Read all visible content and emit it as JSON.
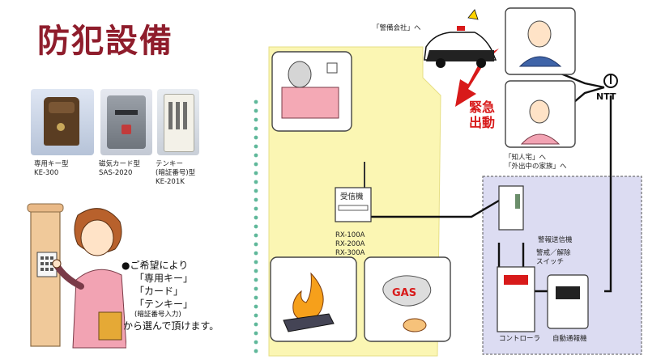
{
  "title": "防犯設備",
  "devices": [
    {
      "label": "専用キー型\nKE-300"
    },
    {
      "label": "磁気カード型\nSAS-2020"
    },
    {
      "label": "テンキー\n(暗証番号)型\nKE-201K"
    }
  ],
  "choose": {
    "intro": "●ご希望により",
    "options": [
      "「専用キー」",
      "「カード」",
      "「テンキー」"
    ],
    "note": "(暗証番号入力)",
    "outro": "から選んで頂けます。"
  },
  "receiver": {
    "title": "受信機",
    "models": [
      "RX-100A",
      "RX-200A",
      "RX-300A"
    ]
  },
  "labels": {
    "security_company": "「警備会社」へ",
    "emergency": "緊急\n出動",
    "acquaintance": "「知人宅」へ\n「外出中の家族」へ",
    "ntt": "NTT",
    "transmitter": "警報送信機",
    "switch": "警戒／解除\nスイッチ",
    "controller": "コントローラ",
    "auto_dialer": "自動通報機",
    "gas": "GAS"
  },
  "colors": {
    "title": "#8f1d2c",
    "house_yellow": "#fbf6b3",
    "system_panel": "#dcdcf2",
    "emergency": "#d81a1a",
    "dots": "#5fb89a"
  }
}
